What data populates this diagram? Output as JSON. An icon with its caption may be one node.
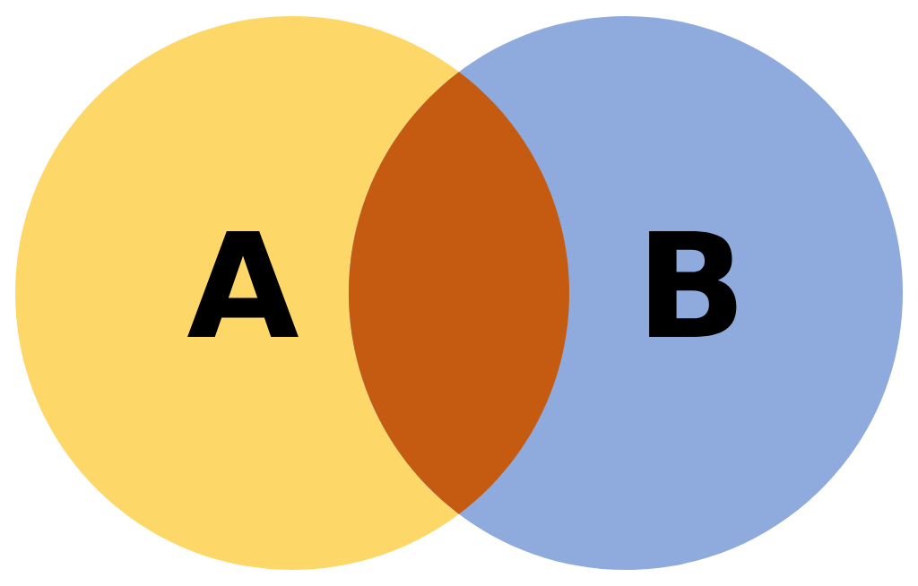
{
  "diagram": {
    "nodes": [
      {
        "text": [
          "A"
        ]
      },
      {
        "text": [],
        "shape": "lens"
      },
      {
        "text": [
          "B"
        ]
      }
    ]
  }
}
